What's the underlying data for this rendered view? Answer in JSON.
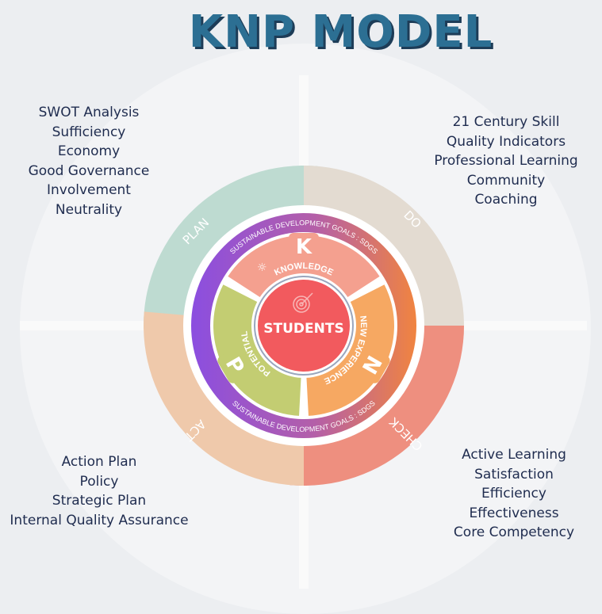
{
  "title": "KNP MODEL",
  "center": "STUDENTS",
  "ring_text": "SUSTAINABLE DEVELOPMENT GOALS : SDGS",
  "segments": {
    "knowledge": {
      "letter": "K",
      "label": "KNOWLEDGE",
      "color": "#f4a08f"
    },
    "new_experience": {
      "letter": "N",
      "label": "NEW EXPERIENCE",
      "color": "#f6a862"
    },
    "potential": {
      "letter": "P",
      "label": "POTENTIAL",
      "color": "#c3cd72"
    }
  },
  "pdca": {
    "plan": {
      "label": "PLAN",
      "color": "#bedbd1"
    },
    "do": {
      "label": "DO",
      "color": "#e3dbd1"
    },
    "check": {
      "label": "CHECK",
      "color": "#ee8f7f"
    },
    "act": {
      "label": "ACT",
      "color": "#efc9ab"
    }
  },
  "lists": {
    "plan": [
      "SWOT Analysis",
      "Sufficiency",
      "Economy",
      "Good Governance",
      "Involvement",
      "Neutrality"
    ],
    "do": [
      "21 Century Skill",
      "Quality Indicators",
      "Professional Learning",
      "Community",
      "Coaching"
    ],
    "act": [
      "Action Plan",
      "Policy",
      "Strategic Plan",
      "Internal Quality Assurance"
    ],
    "check": [
      "Active Learning",
      "Satisfaction",
      "Efficiency",
      "Effectiveness",
      "Core Competency"
    ]
  }
}
